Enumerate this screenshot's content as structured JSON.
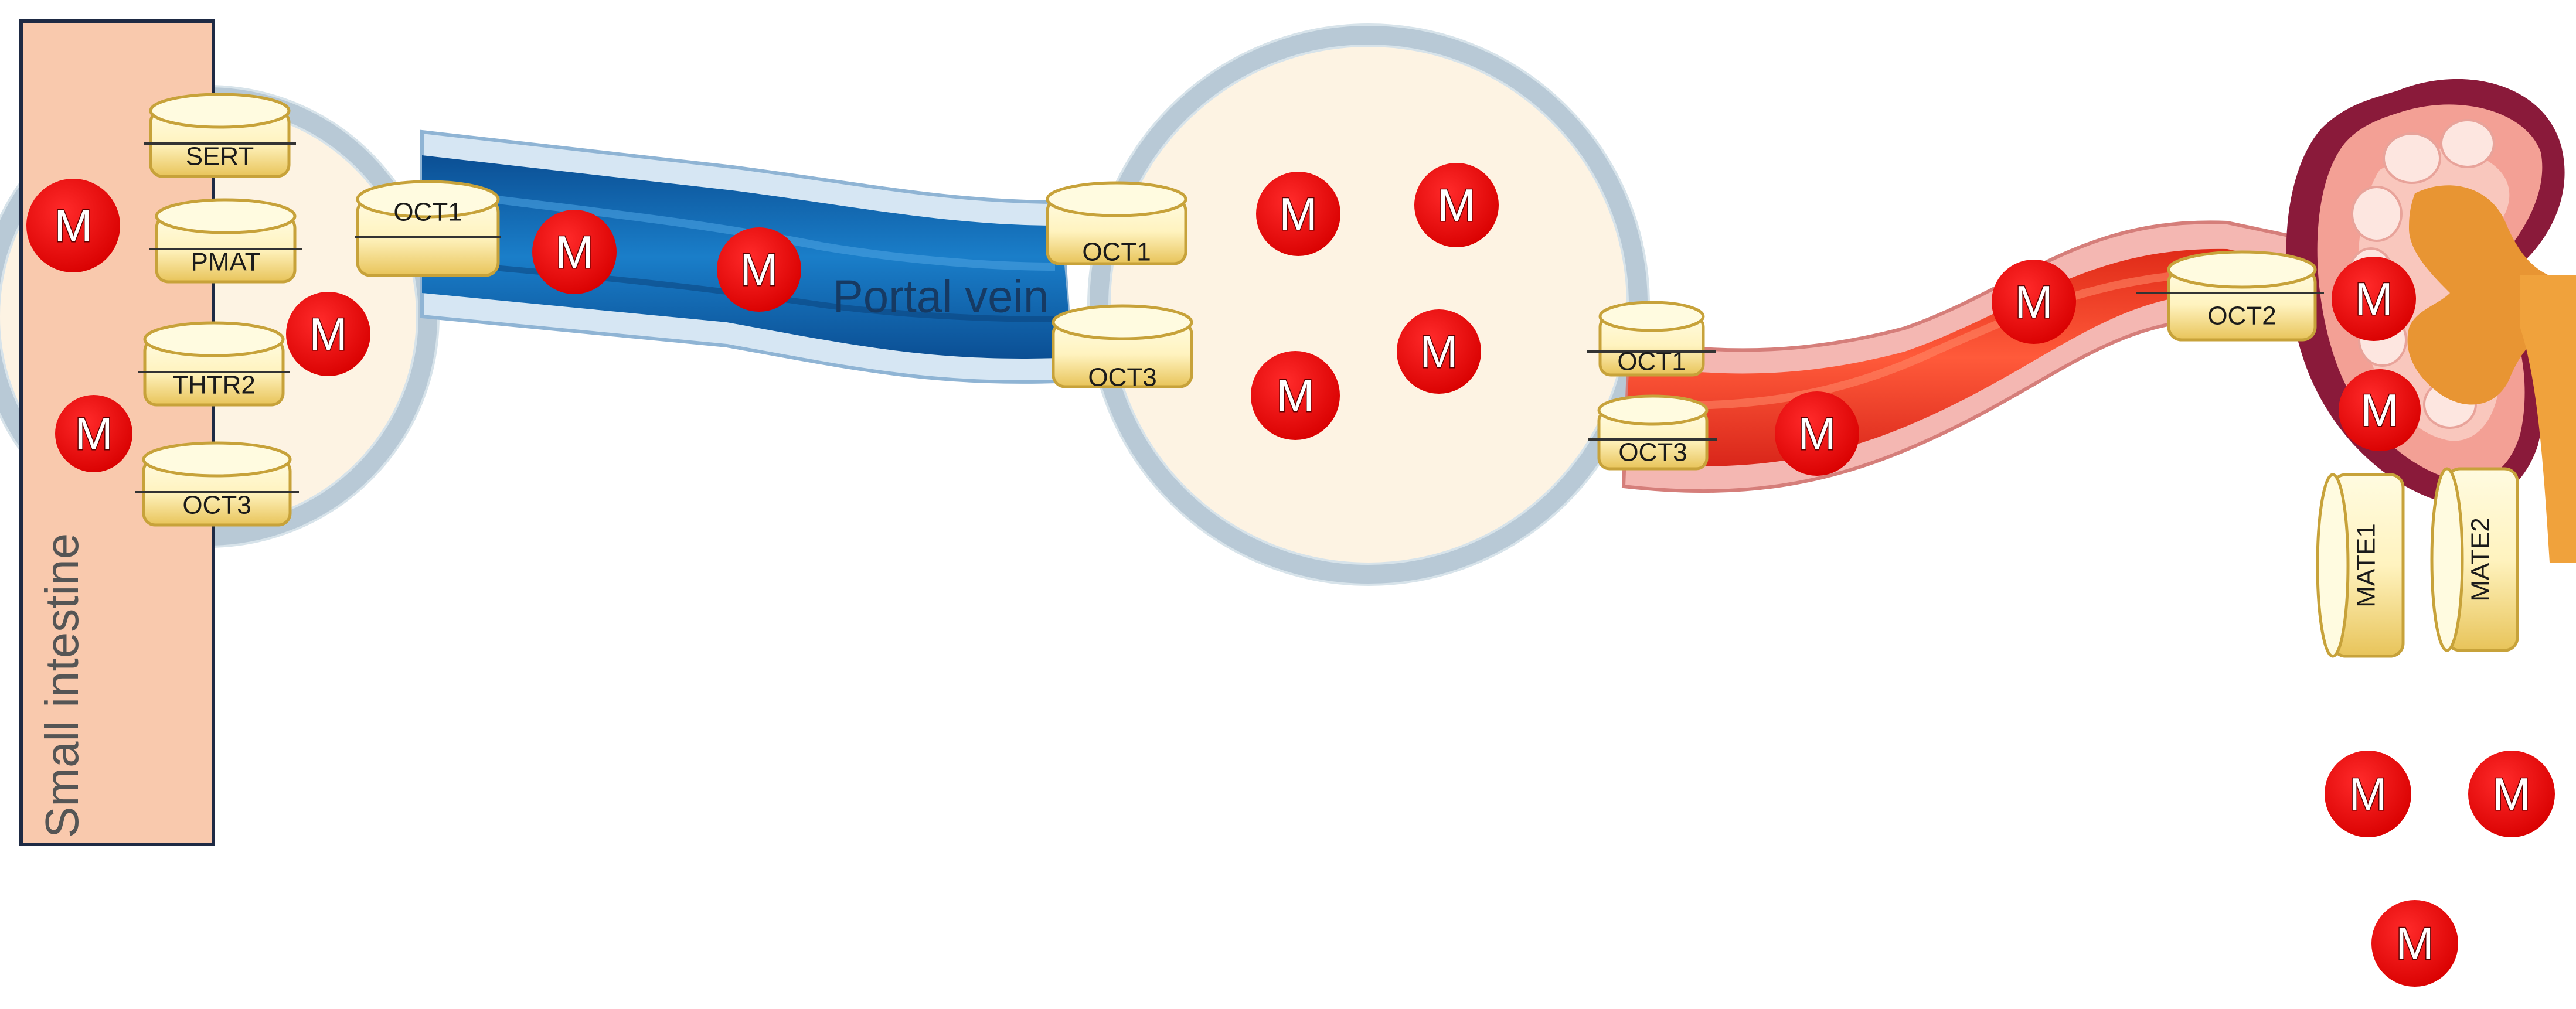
{
  "labels": {
    "small_intestine": "Small intestine",
    "portal_vein": "Portal vein"
  },
  "molecule": {
    "symbol": "M",
    "color": "#ee0000"
  },
  "transporters": {
    "sert": "SERT",
    "pmat": "PMAT",
    "thtr2": "THTR2",
    "oct3_intestine": "OCT3",
    "oct1_enterocyte_basolateral": "OCT1",
    "oct1_hepatocyte_sinusoidal": "OCT1",
    "oct3_hepatocyte_sinusoidal": "OCT3",
    "oct1_hepatocyte_outlet": "OCT1",
    "oct3_hepatocyte_outlet": "OCT3",
    "oct2_kidney": "OCT2",
    "mate1_kidney": "MATE1",
    "mate2_kidney": "MATE2"
  },
  "colors": {
    "intestine_wall": "#f9c9ad",
    "cell_interior": "#fdf3e3",
    "portal_vein": "#1368b0",
    "blood_vessel": "#f0402a",
    "transporter_fill": "#fff3bf",
    "kidney_outer": "#8a1a3a",
    "kidney_cortex": "#f3a095",
    "kidney_pelvis": "#e89533"
  }
}
